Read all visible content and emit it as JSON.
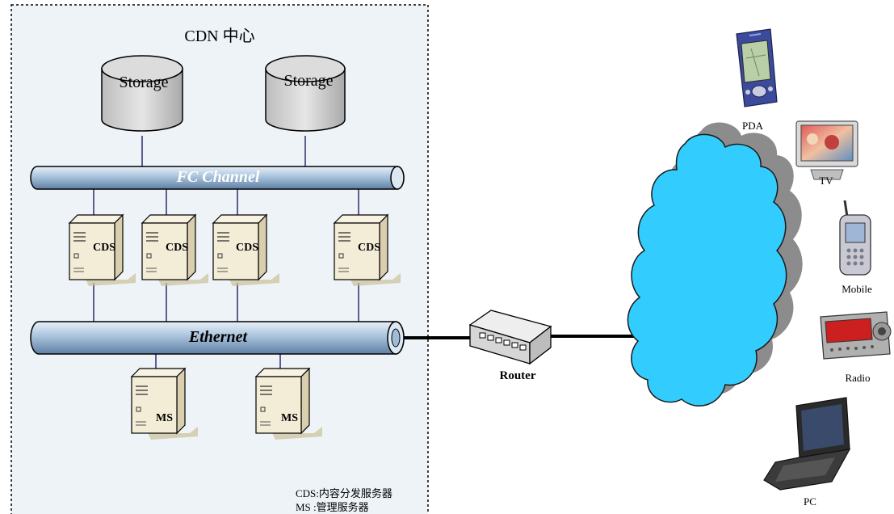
{
  "cdn_center": {
    "title": "CDN 中心",
    "storage_labels": [
      "Storage",
      "Storage"
    ],
    "fc_channel_label": "FC Channel",
    "ethernet_label": "Ethernet",
    "cds_labels": [
      "CDS",
      "CDS",
      "CDS",
      "CDS"
    ],
    "ms_labels": [
      "MS",
      "MS"
    ],
    "legend": {
      "cds": "CDS:内容分发服务器",
      "ms": "MS :管理服务器"
    }
  },
  "router_label": "Router",
  "devices": [
    {
      "label": "PDA",
      "icon": "pda-icon"
    },
    {
      "label": "TV",
      "icon": "tv-icon"
    },
    {
      "label": "Mobile",
      "icon": "mobile-phone-icon"
    },
    {
      "label": "Radio",
      "icon": "radio-icon"
    },
    {
      "label": "PC",
      "icon": "laptop-icon"
    }
  ],
  "colors": {
    "cdn_background": "#eef3f8",
    "cloud": "#33ccff",
    "cloud_shadow": "#8c8c8c",
    "bus_fill": "#aec6dd",
    "server_beige": "#f3ecd6",
    "device_blue": "#3b4a9a"
  }
}
